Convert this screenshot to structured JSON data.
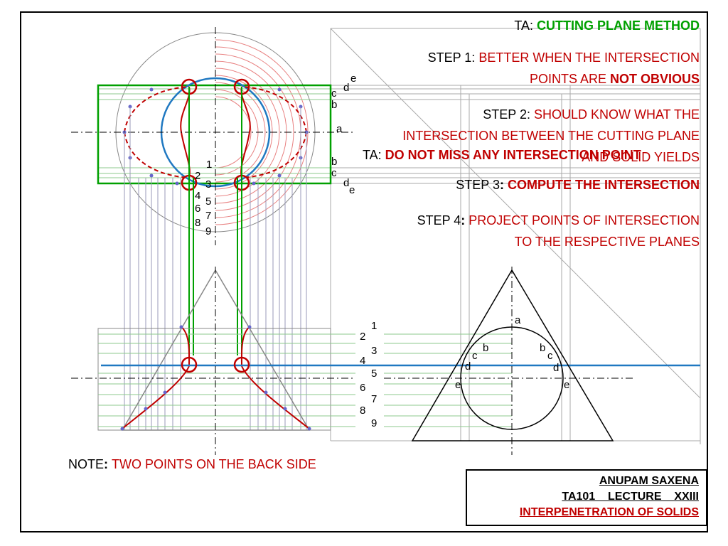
{
  "header": {
    "ta_prefix": "TA: ",
    "ta_method": "CUTTING PLANE METHOD"
  },
  "steps": {
    "step1_prefix": "STEP 1: ",
    "step1_text_a": "BETTER WHEN THE INTERSECTION",
    "step1_text_b": "POINTS ARE ",
    "step1_text_bold": "NOT OBVIOUS",
    "step2_prefix": "STEP 2: ",
    "step2_text_a": "SHOULD KNOW WHAT THE",
    "step2_text_b": "INTERSECTION BETWEEN THE CUTTING PLANE",
    "step2_text_c": "AND SOLID YIELDS",
    "ta2_prefix": "TA: ",
    "ta2_text": "DO NOT MISS ANY INTERSECTION POINT",
    "step3_prefix": "STEP 3",
    "step3_colon": ": ",
    "step3_text": "COMPUTE THE INTERSECTION",
    "step4_prefix": "STEP 4",
    "step4_colon": ": ",
    "step4_text_a": "PROJECT POINTS OF INTERSECTION",
    "step4_text_b": "TO THE RESPECTIVE PLANES"
  },
  "note": {
    "prefix": "NOTE",
    "colon": ": ",
    "text": "TWO POINTS ON THE BACK SIDE"
  },
  "title_block": {
    "author": "ANUPAM SAXENA",
    "course": "TA101    LECTURE    XXIII",
    "topic": "INTERPENETRATION OF SOLIDS"
  },
  "labels": {
    "top_right_letters": [
      "e",
      "d",
      "c",
      "b",
      "a",
      "b",
      "c",
      "d",
      "e"
    ],
    "top_center_numbers": [
      "1",
      "2",
      "3",
      "4",
      "5",
      "6",
      "7",
      "8",
      "9"
    ],
    "front_numbers": [
      "1",
      "2",
      "3",
      "4",
      "5",
      "6",
      "7",
      "8",
      "9"
    ],
    "side_view_letters": [
      "a",
      "b",
      "c",
      "d",
      "e",
      "b",
      "c",
      "d",
      "e"
    ]
  },
  "colors": {
    "red": "#c00000",
    "green": "#00a000",
    "blue": "#1f78c1",
    "line_green": "#8dc98d",
    "pink": "#e88080"
  }
}
